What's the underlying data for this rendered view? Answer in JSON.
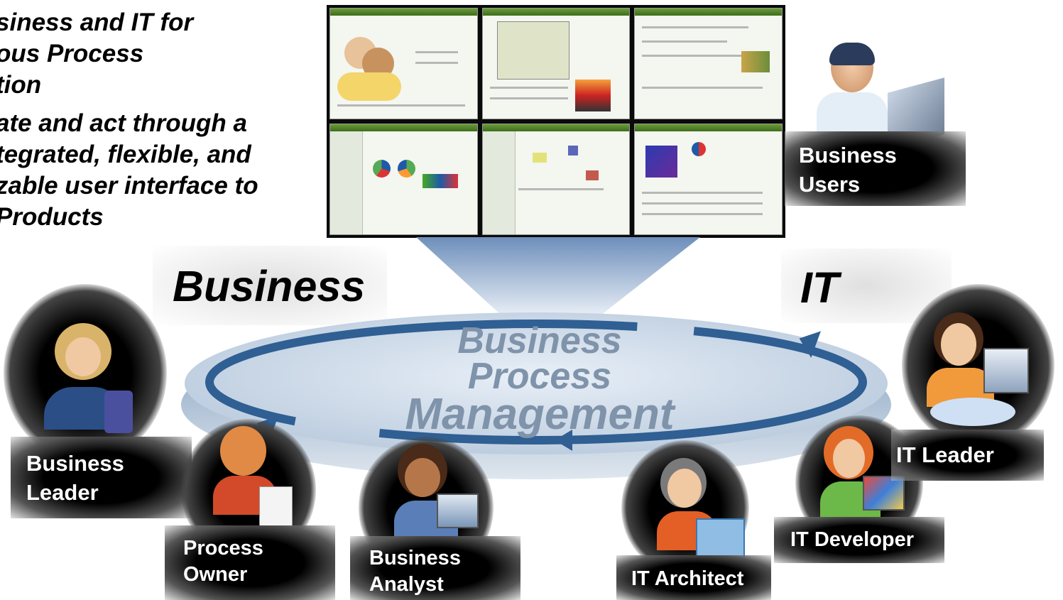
{
  "bullets": [
    "siness and IT for\nous Process\ntion",
    "ate and act through a\ntegrated, flexible, and\nzable user interface to\nProducts"
  ],
  "headings": {
    "business": "Business",
    "it": "IT"
  },
  "platform": {
    "line1": "Business",
    "line2": "Process",
    "line3": "Management"
  },
  "roles": {
    "business_users": "Business\nUsers",
    "business_leader": "Business\nLeader",
    "process_owner": "Process\nOwner",
    "business_analyst": "Business\nAnalyst",
    "it_architect": "IT Architect",
    "it_developer": "IT Developer",
    "it_leader": "IT Leader"
  },
  "colors": {
    "platform_top": "#dfe9f3",
    "platform_ring": "#2f5f93",
    "platform_text": "#7f93aa",
    "funnel": "#6d8fbb",
    "screenshot_header": "#4f8a2a"
  },
  "icons": {
    "business_users": "person-laptop-icon",
    "business_leader": "woman-phone-icon",
    "process_owner": "person-flowchart-icon",
    "business_analyst": "person-monitor-icon",
    "it_architect": "person-blueprint-icon",
    "it_developer": "person-puzzle-icon",
    "it_leader": "person-team-icon"
  }
}
